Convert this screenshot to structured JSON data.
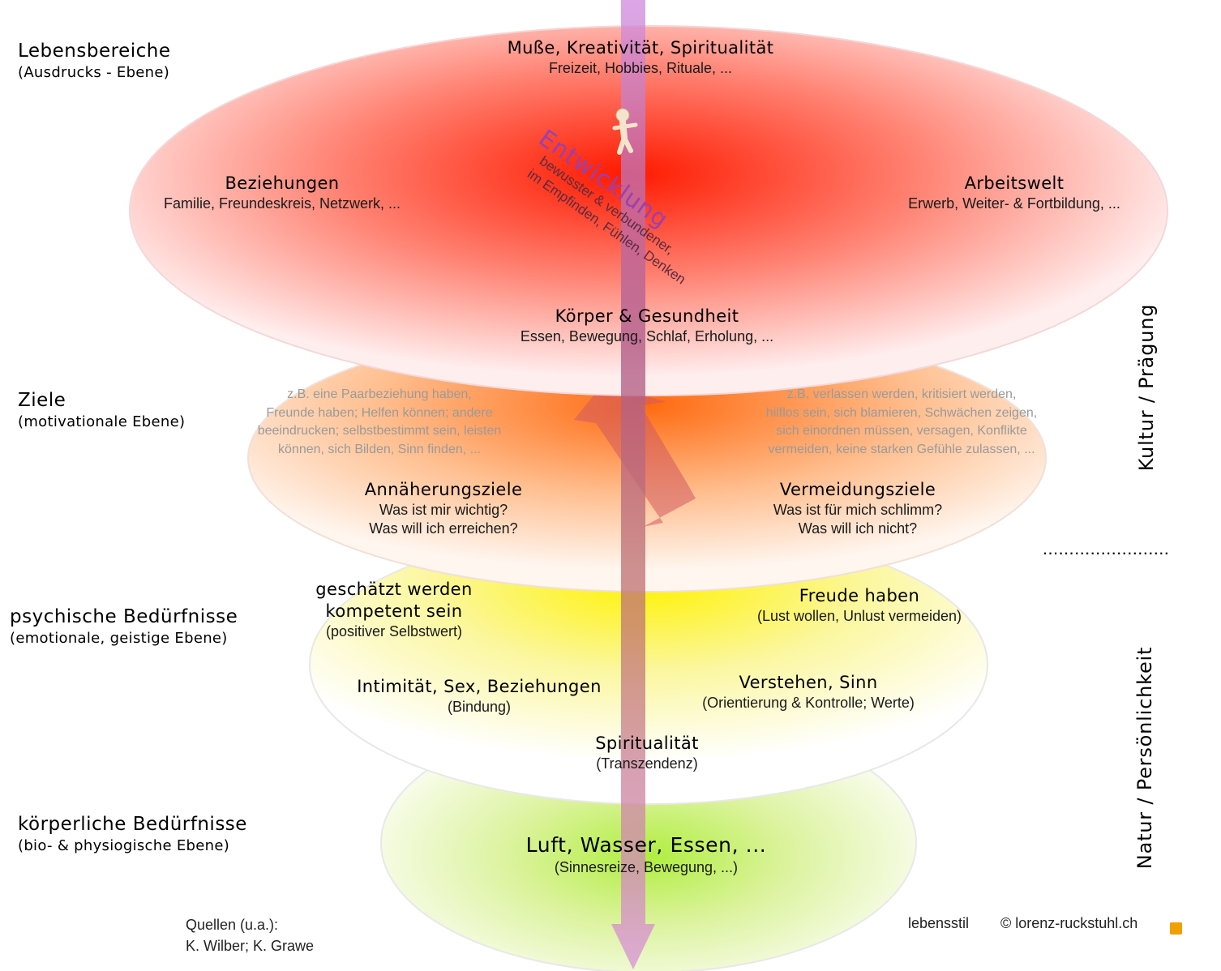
{
  "colors": {
    "level1": "#ff2a10",
    "level2": "#ff7a20",
    "level3": "#f5f000",
    "level4": "#9ae030",
    "axis": "#c472c8",
    "development": "#9a3fb0",
    "logo": "#f0a000"
  },
  "icons": {
    "figure": "walking-figure-icon",
    "logo": "orange-square-icon"
  },
  "levels": {
    "lebensbereiche": {
      "title": "Lebensbereiche",
      "subtitle": "(Ausdrucks - Ebene)",
      "top": {
        "title": "Muße, Kreativität, Spiritualität",
        "sub": "Freizeit, Hobbies, Rituale, ..."
      },
      "left": {
        "title": "Beziehungen",
        "sub": "Familie, Freundeskreis, Netzwerk, ..."
      },
      "right": {
        "title": "Arbeitswelt",
        "sub": "Erwerb, Weiter- & Fortbildung, ..."
      },
      "bottom": {
        "title": "Körper & Gesundheit",
        "sub": "Essen, Bewegung, Schlaf, Erholung, ..."
      },
      "development": {
        "title": "Entwicklung",
        "line1": "bewusster & verbundener,",
        "line2": "im Empfinden, Fühlen, Denken"
      }
    },
    "ziele": {
      "title": "Ziele",
      "subtitle": "(motivationale Ebene)",
      "approach_examples": [
        "z.B. eine Paarbeziehung haben,",
        "Freunde haben; Helfen können; andere",
        "beeindrucken; selbstbestimmt sein, leisten",
        "können, sich Bilden, Sinn finden, ..."
      ],
      "avoid_examples": [
        "z.B. verlassen werden, kritisiert werden,",
        "hilflos sein, sich blamieren, Schwächen zeigen,",
        "sich einordnen müssen, versagen, Konflikte",
        "vermeiden, keine starken Gefühle zulassen, ..."
      ],
      "approach": {
        "title": "Annäherungsziele",
        "q1": "Was ist mir wichtig?",
        "q2": "Was will ich erreichen?"
      },
      "avoid": {
        "title": "Vermeidungsziele",
        "q1": "Was ist für mich schlimm?",
        "q2": "Was will ich nicht?"
      }
    },
    "psychisch": {
      "title": "psychische Bedürfnisse",
      "subtitle": "(emotionale, geistige Ebene)",
      "esteem": {
        "l1": "geschätzt werden",
        "l2": "kompetent sein",
        "sub": "(positiver Selbstwert)"
      },
      "joy": {
        "title": "Freude haben",
        "sub": "(Lust wollen, Unlust vermeiden)"
      },
      "intimacy": {
        "title": "Intimität, Sex, Beziehungen",
        "sub": "(Bindung)"
      },
      "meaning": {
        "title": "Verstehen, Sinn",
        "sub": "(Orientierung & Kontrolle; Werte)"
      },
      "spirit": {
        "title": "Spiritualität",
        "sub": "(Transzendenz)"
      }
    },
    "koerperlich": {
      "title": "körperliche Bedürfnisse",
      "subtitle": "(bio- & physiogische Ebene)",
      "main": {
        "title": "Luft, Wasser, Essen, ...",
        "sub": "(Sinnesreize, Bewegung,  ...)"
      }
    }
  },
  "right_axis": {
    "culture": "Kultur / Prägung",
    "divider": "........................",
    "nature": "Natur / Persönlichkeit"
  },
  "footer": {
    "sources_label": "Quellen (u.a.):",
    "sources": "K. Wilber; K. Grawe",
    "brand": "lebensstil",
    "copyright": "© lorenz-ruckstuhl.ch"
  }
}
